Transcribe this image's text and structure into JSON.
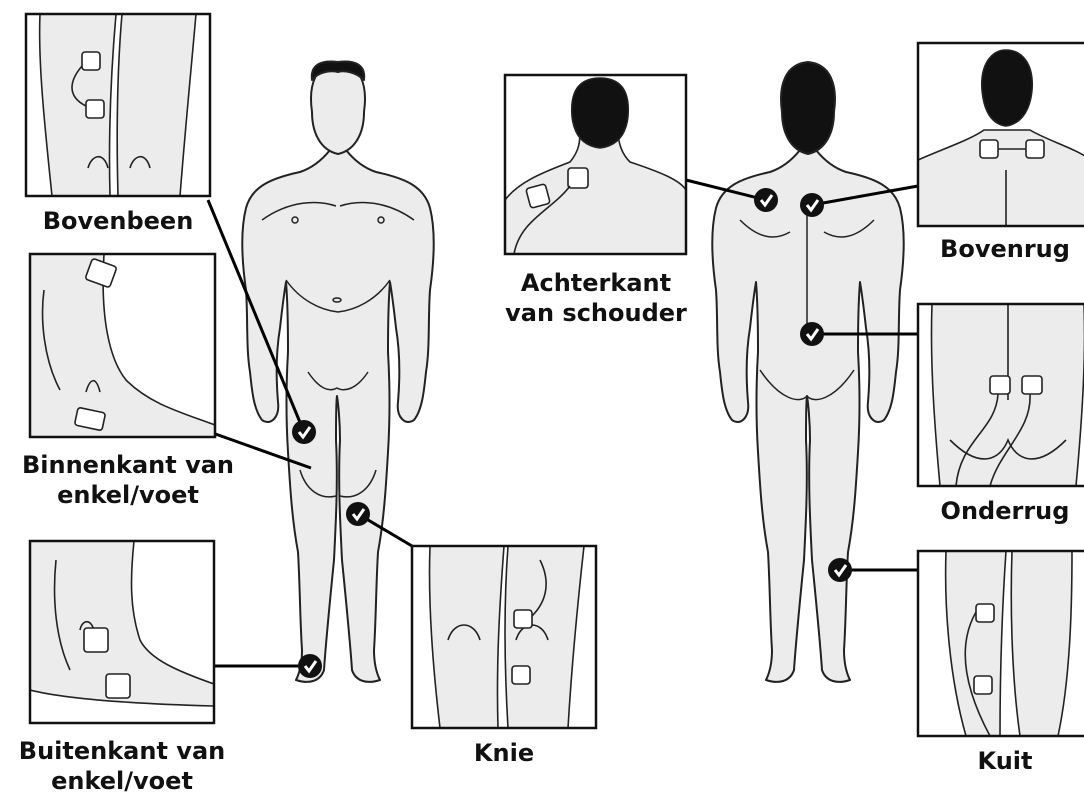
{
  "colors": {
    "skin": "#ececec",
    "outline": "#222222",
    "line": "#000000",
    "pad": "#ffffff",
    "marker": "#111111"
  },
  "labels": {
    "bovenbeen": "Bovenbeen",
    "binnenkant_1": "Binnenkant van",
    "binnenkant_2": "enkel/voet",
    "buitenkant_1": "Buitenkant van",
    "buitenkant_2": "enkel/voet",
    "knie": "Knie",
    "achterkant_1": "Achterkant",
    "achterkant_2": "van schouder",
    "bovenrug": "Bovenrug",
    "onderrug": "Onderrug",
    "kuit": "Kuit"
  },
  "markers": [
    "bovenbeen-marker",
    "knie-marker",
    "enkel-marker",
    "achterkant-schouder-marker",
    "bovenrug-marker",
    "onderrug-marker",
    "kuit-marker"
  ]
}
